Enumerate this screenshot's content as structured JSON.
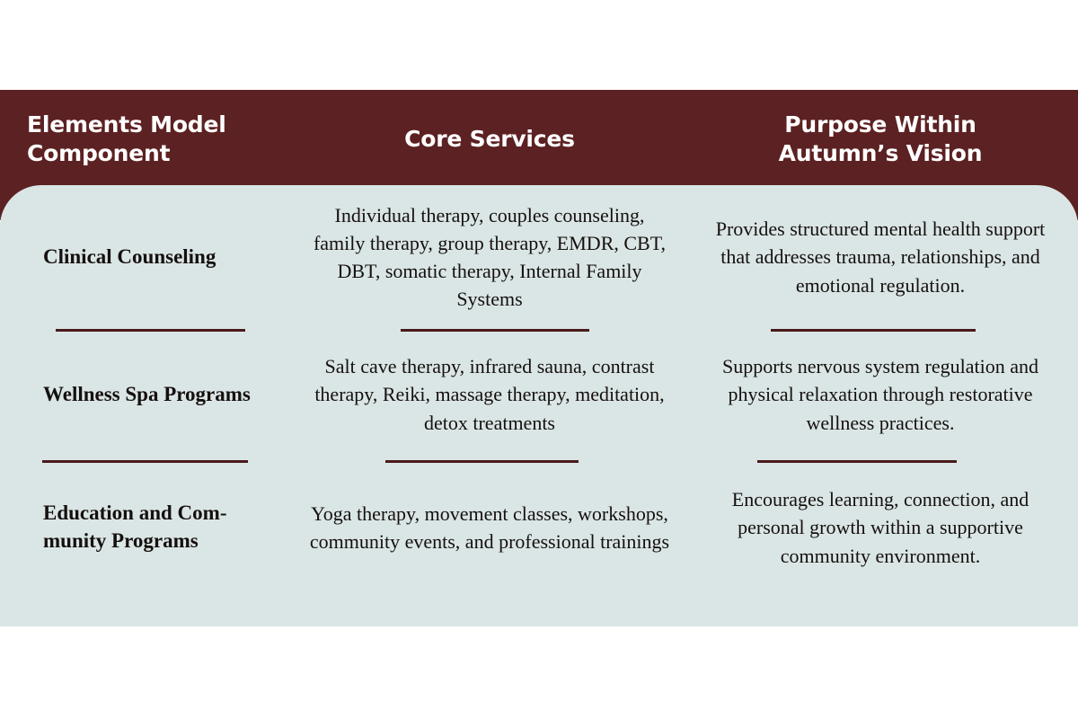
{
  "figure": {
    "header": {
      "col1": "Elements Model\nComponent",
      "col2": "Core Services",
      "col3": "Purpose Within\nAutumn’s Vision"
    },
    "colors": {
      "header_background": "#5c2122",
      "body_background": "#dae6e5",
      "divider": "#4a1a1b",
      "header_text": "#ffffff",
      "body_text": "#15100f",
      "page_background": "#ffffff"
    },
    "rows": [
      {
        "component": "Clinical Counseling",
        "core_services": "Individual therapy, couples counseling, family therapy, group therapy, EMDR, CBT, DBT, somatic therapy, Internal Family Systems",
        "purpose": "Provides structured mental health support that addresses trauma, relationships, and emotional regulation."
      },
      {
        "component": "Wellness Spa Programs",
        "core_services": "Salt cave therapy, infrared sauna, contrast therapy, Reiki, massage therapy, meditation, detox treatments",
        "purpose": "Supports nervous system regulation and physical relaxation through restorative wellness practices."
      },
      {
        "component": "Education and Com-munity Programs",
        "core_services": "Yoga therapy, movement classes, workshops, community events, and professional trainings",
        "purpose": "Encourages learning, connection, and personal growth within a supportive community environment."
      }
    ]
  }
}
